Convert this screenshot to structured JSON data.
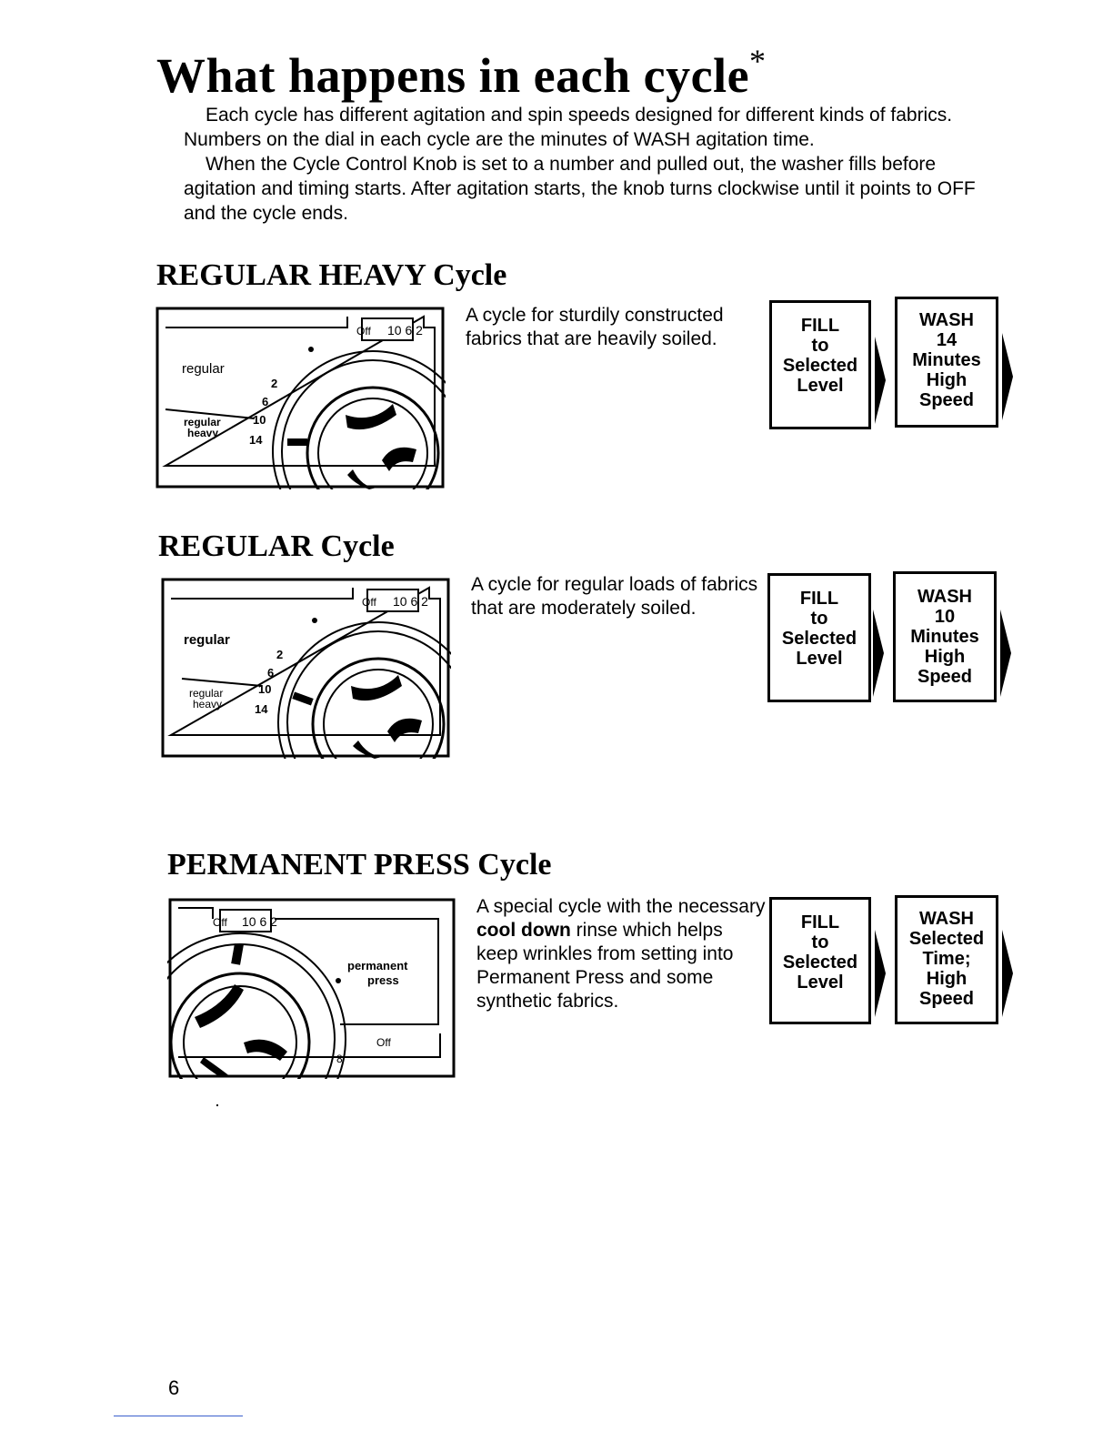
{
  "title": "What happens in each cycle",
  "title_mark": "*",
  "intro": [
    "Each cycle has different agitation and spin speeds designed for different kinds of fabrics. Numbers on the dial in each cycle are the minutes of WASH agitation time.",
    "When the Cycle Control Knob is set to a number and pulled out, the washer fills before agitation and timing starts. After agitation starts, the knob turns clockwise until it points to OFF and the cycle ends."
  ],
  "sections": [
    {
      "title": "REGULAR HEAVY Cycle",
      "description": "A cycle for sturdily constructed fabrics that are heavily soiled.",
      "dial": {
        "off_label": "Off",
        "top_numbers": "10 6 2",
        "label": "regular",
        "sub_label_1": "regular",
        "sub_label_2": "heavy",
        "numbers": [
          "2",
          "6",
          "10",
          "14"
        ]
      },
      "fill": [
        "FILL",
        "to",
        "Selected",
        "Level"
      ],
      "wash": [
        "WASH",
        "14",
        "Minutes",
        "High",
        "Speed"
      ]
    },
    {
      "title": "REGULAR Cycle",
      "description": "A cycle for regular loads of fabrics that are moderately soiled.",
      "dial": {
        "off_label": "Off",
        "top_numbers": "10 6 2",
        "label": "regular",
        "sub_label_1": "regular",
        "sub_label_2": "heavy",
        "numbers": [
          "2",
          "6",
          "10",
          "14"
        ]
      },
      "fill": [
        "FILL",
        "to",
        "Selected",
        "Level"
      ],
      "wash": [
        "WASH",
        "10",
        "Minutes",
        "High",
        "Speed"
      ]
    },
    {
      "title": "PERMANENT PRESS Cycle",
      "description_before": "A special cycle with the necessary ",
      "description_bold": "cool down",
      "description_after": " rinse which helps keep wrinkles from setting into Permanent Press and some synthetic fabrics.",
      "dial": {
        "off_label": "Off",
        "top_numbers": "10 6 2",
        "label_1": "permanent",
        "label_2": "press",
        "off_bottom": "Off",
        "number_8": "8"
      },
      "fill": [
        "FILL",
        "to",
        "Selected",
        "Level"
      ],
      "wash": [
        "WASH",
        "Selected",
        "Time;",
        "High",
        "Speed"
      ]
    }
  ],
  "page_number": "6"
}
